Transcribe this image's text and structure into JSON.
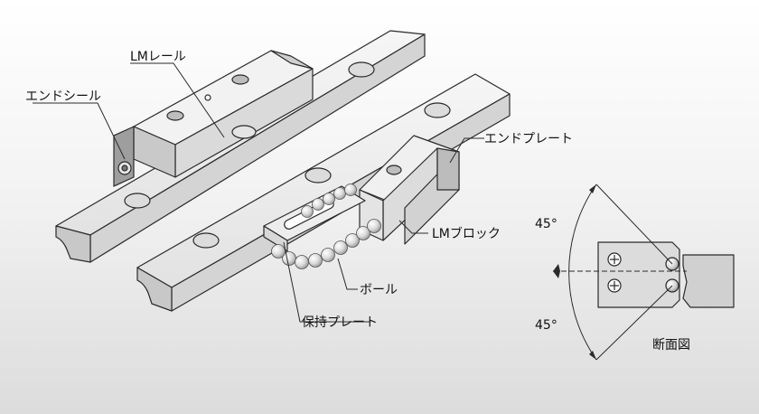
{
  "labels": {
    "lm_rail": "LMレール",
    "end_seal": "エンドシール",
    "end_plate": "エンドプレート",
    "lm_block": "LMブロック",
    "ball": "ボール",
    "retainer_plate": "保持プレート",
    "cross_section": "断面図",
    "angle_top": "45°",
    "angle_bottom": "45°"
  },
  "colors": {
    "background_top": "#ffffff",
    "background_bottom": "#dcdcdc",
    "part_face": "#ececec",
    "part_side": "#cfcfcf",
    "outline": "#2a2a2a"
  }
}
